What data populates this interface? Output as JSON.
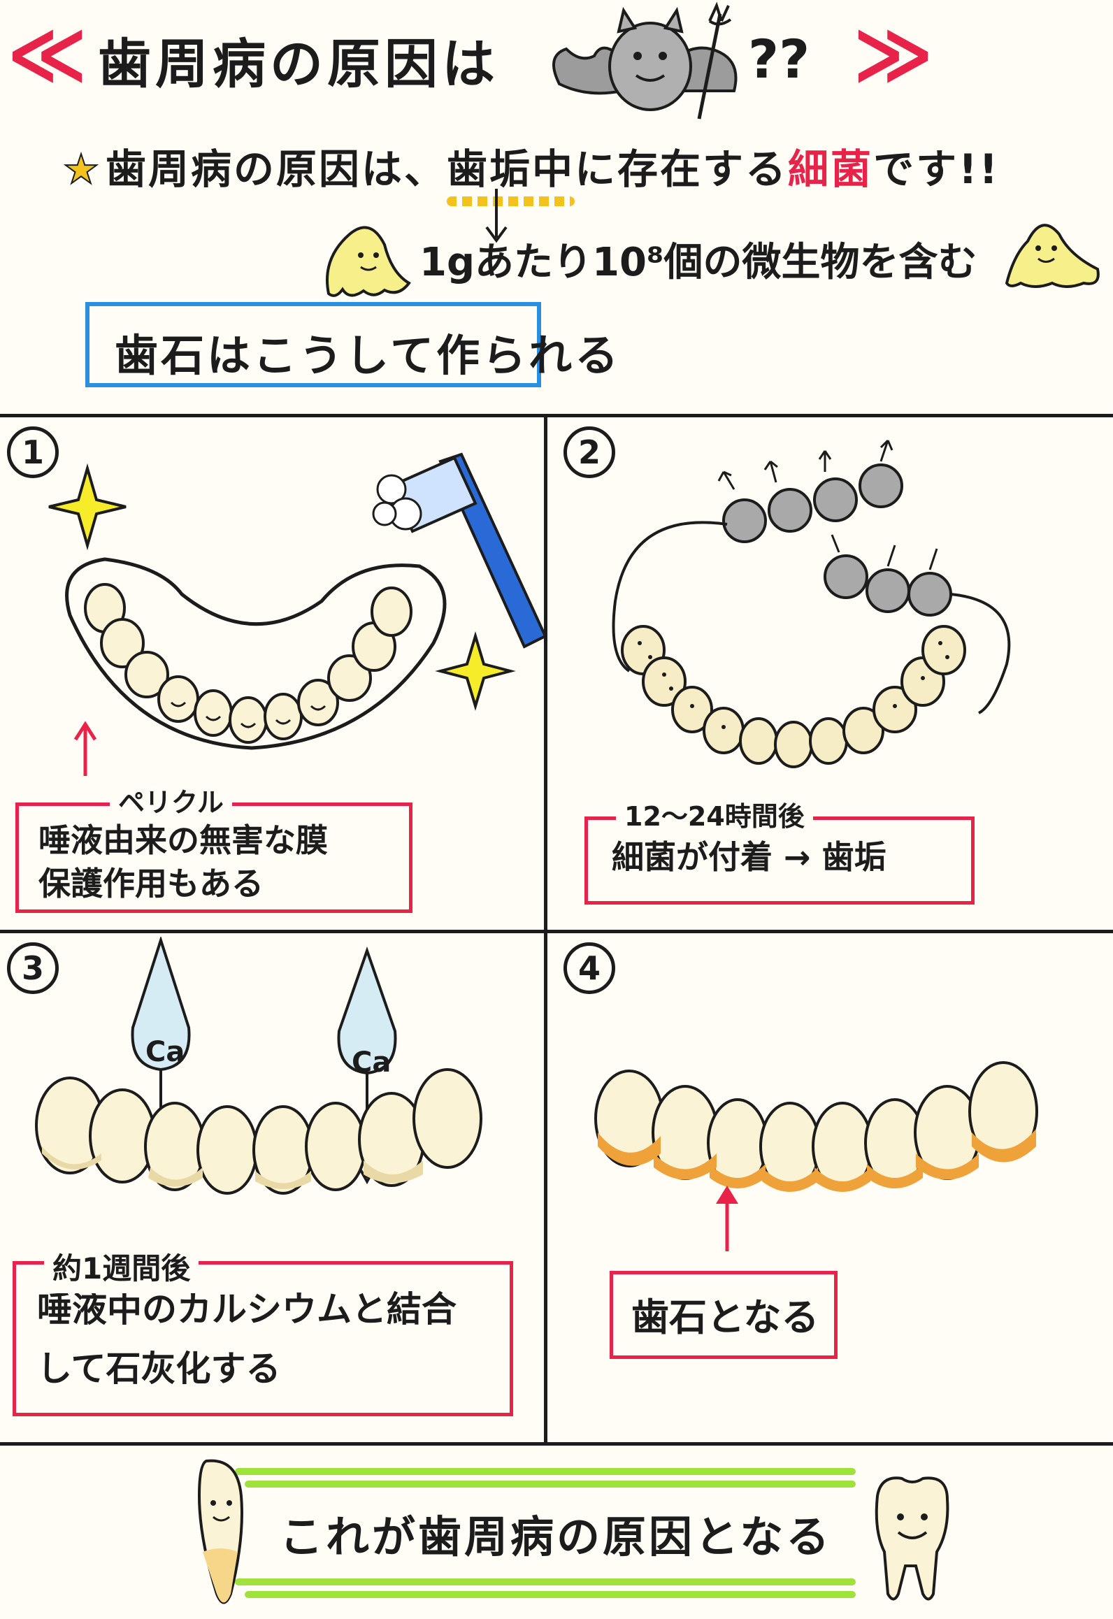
{
  "header": {
    "chevron_left": "≪",
    "title": "歯周病の原因は",
    "title_suffix": "??",
    "chevron_right": "≫"
  },
  "lead": {
    "star": "★",
    "part1": "歯周病の原因は、",
    "plaque": "歯垢中",
    "part2": "に存在する",
    "bacteria": "細菌",
    "part3": "です!!"
  },
  "micro_note": "1gあたり10⁸個の微生物を含む",
  "formation_title": "歯石はこうして作られる",
  "panels": [
    {
      "number": "1",
      "tag": "ペリクル",
      "lines": [
        "唾液由来の無害な膜",
        "保護作用もある"
      ]
    },
    {
      "number": "2",
      "tag": "12〜24時間後",
      "lines": [
        "細菌が付着 → 歯垢"
      ]
    },
    {
      "number": "3",
      "tag": "約1週間後",
      "lines": [
        "唾液中のカルシウムと結合",
        "して石灰化する"
      ],
      "drop_label": "Ca"
    },
    {
      "number": "4",
      "lines": [
        "歯石となる"
      ]
    }
  ],
  "footer": "これが歯周病の原因となる",
  "colors": {
    "red": "#e8234a",
    "blue": "#2a8fe0",
    "yellow": "#f3c21c",
    "green": "#9fe23c",
    "tartar": "#f0a23a",
    "tooth": "#fbf3d6"
  }
}
